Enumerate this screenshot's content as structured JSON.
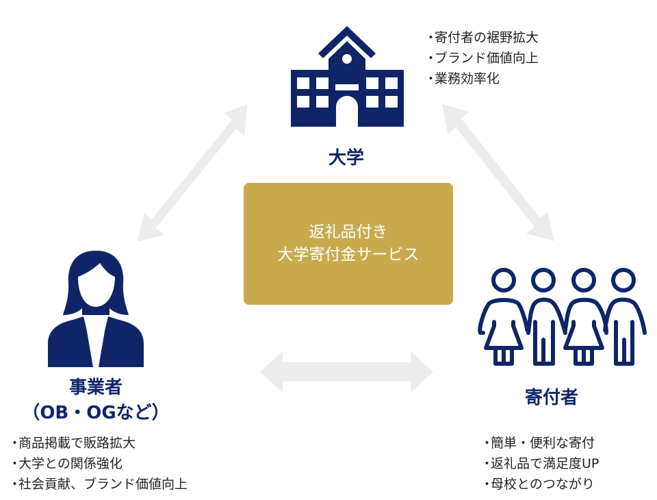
{
  "center": {
    "line1": "返礼品付き",
    "line2": "大学寄付金サービス"
  },
  "university": {
    "label": "大学",
    "benefits": [
      "寄付者の裾野拡大",
      "ブランド価値向上",
      "業務効率化"
    ]
  },
  "business": {
    "label": "事業者",
    "sublabel": "（OB・OGなど）",
    "benefits": [
      "商品掲載で販路拡大",
      "大学との関係強化",
      "社会貢献、ブランド価値向上"
    ]
  },
  "donors": {
    "label": "寄付者",
    "benefits": [
      "簡単・便利な寄付",
      "返礼品で満足度UP",
      "母校とのつながり"
    ]
  },
  "colors": {
    "navy": "#0f2568",
    "gold": "#c9ab4e",
    "arrow": "#ececec"
  }
}
